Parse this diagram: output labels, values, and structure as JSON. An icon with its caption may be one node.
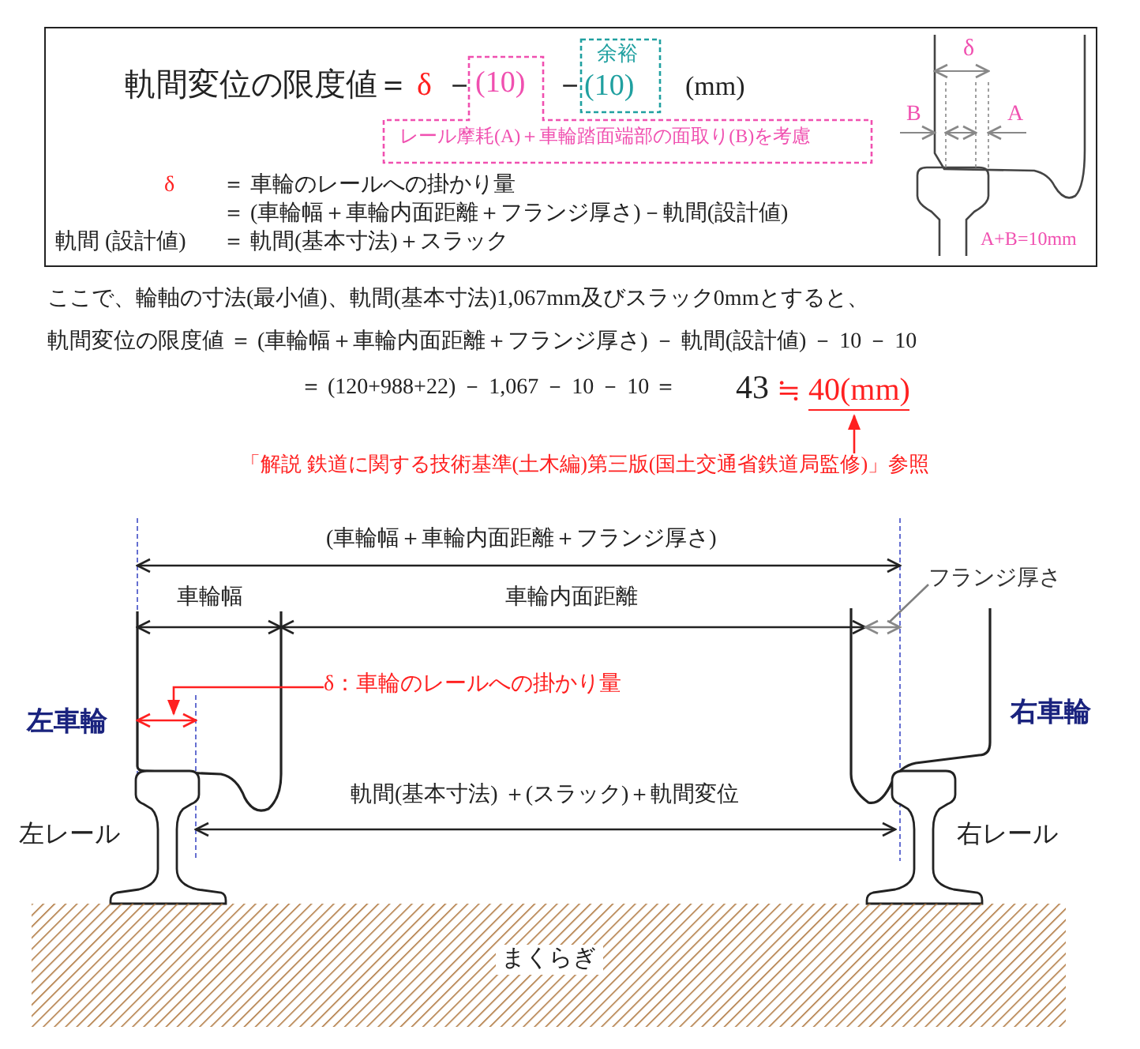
{
  "diagram": {
    "nodes": [
      {
        "text": [
          "軌間変位の限度値＝",
          "δ",
          "－",
          "－",
          "(mm)",
          "δ",
          "＝ 車輪のレールへの掛かり量",
          "＝ (車輪幅＋車輪内面距離＋フランジ厚さ)－軌間(設計値)",
          "軌間 (設計値)",
          "＝ 軌間(基本寸法)＋スラック",
          "δ",
          "B",
          "A",
          "A+B=10mm"
        ]
      },
      {
        "text": [
          "(10)",
          "レール摩耗(A)＋車輪踏面端部の面取り(B)を考慮"
        ],
        "in": 0
      },
      {
        "text": [
          "余裕",
          "(10)"
        ],
        "in": 0
      },
      {
        "text": [
          "40(mm)"
        ]
      },
      {
        "text": [
          "「解説 鉄道に関する技術基準(土木編)第三版(国土交通省鉄道局監修)」参照"
        ]
      },
      {
        "text": [
          "フランジ厚さ"
        ]
      },
      {
        "text": [
          "δ：車輪のレールへの掛かり量"
        ]
      },
      {
        "text": [
          "まくらぎ"
        ]
      },
      {
        "text": [],
        "shape": "line"
      },
      {
        "text": [],
        "shape": "line"
      }
    ],
    "edges": [
      {
        "from": 6,
        "to": 8,
        "arrow": "to"
      },
      {
        "from": 5,
        "to": 9,
        "arrow": "none",
        "color": "#808080"
      },
      {
        "from": 4,
        "to": 3,
        "arrow": "to"
      }
    ],
    "labels": [
      "ここで、輪軸の寸法(最小値)、軌間(基本寸法)1,067mm及びスラック0mmとすると、",
      "軌間変位の限度値 ＝ (車輪幅＋車輪内面距離＋フランジ厚さ) － 軌間(設計値) － 10 － 10",
      "＝ (120+988+22) － 1,067 － 10 － 10 ＝",
      "43",
      "≒",
      "(車輪幅＋車輪内面距離＋フランジ厚さ)",
      "車輪幅",
      "車輪内面距離",
      "左車輪",
      "右車輪",
      "軌間(基本寸法) ＋(スラック)＋軌間変位",
      "左レール",
      "右レール"
    ]
  }
}
